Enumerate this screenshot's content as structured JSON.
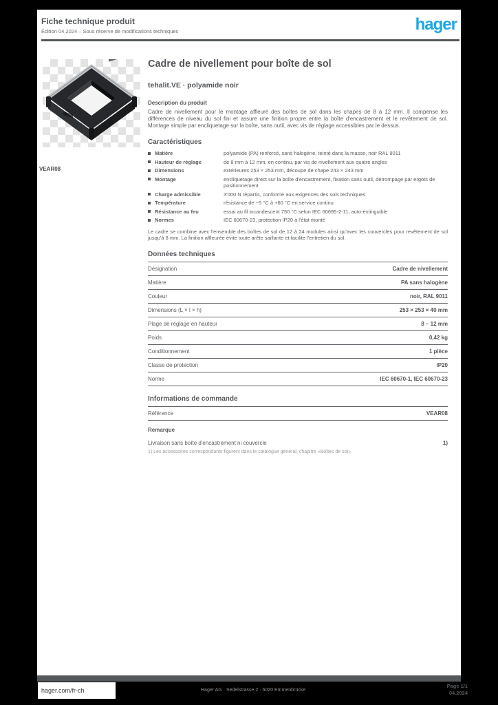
{
  "page": {
    "header": {
      "doc_title": "Fiche technique produit",
      "doc_subtitle": "Édition 04.2024 – Sous réserve de modifications techniques",
      "brand_logo": "hager",
      "brand_color": "#1BA8E1"
    },
    "product": {
      "reference": "VEAR08",
      "image_name": "cadre-de-nivellement-isometrique"
    },
    "main": {
      "title": "Cadre de nivellement pour boîte de sol",
      "subtitle": "tehalit.VE · polyamide noir",
      "description_label": "Description du produit",
      "description": "Cadre de nivellement pour le montage affleuré des boîtes de sol dans les chapes de 8 à 12 mm. Il compense les différences de niveau du sol fini et assure une finition propre entre la boîte d'encastrement et le revêtement de sol. Montage simple par encliquetage sur la boîte, sans outil, avec vis de réglage accessibles par le dessus.",
      "characteristics": {
        "heading": "Caractéristiques",
        "items": [
          {
            "label": "Matière",
            "value": "polyamide (PA) renforcé, sans halogène, teinté dans la masse, noir RAL 9011"
          },
          {
            "label": "Hauteur de réglage",
            "value": "de 8 mm à 12 mm, en continu, par vis de nivellement aux quatre angles"
          },
          {
            "label": "Dimensions",
            "value": "extérieures 253 × 253 mm, découpe de chape 243 × 243 mm"
          },
          {
            "label": "Montage",
            "value": "encliquetage direct sur la boîte d'encastrement, fixation sans outil, détrompage par ergots de positionnement"
          },
          {
            "label": "Charge admissible",
            "value": "3'000 N répartis, conforme aux exigences des sols techniques"
          },
          {
            "label": "Température",
            "value": "résistance de −5 °C à +60 °C en service continu"
          },
          {
            "label": "Résistance au feu",
            "value": "essai au fil incandescent 750 °C selon IEC 60695-2-11, auto-extinguible"
          },
          {
            "label": "Normes",
            "value": "IEC 60670-23, protection IP20 à l'état monté"
          }
        ],
        "note": "Le cadre se combine avec l'ensemble des boîtes de sol de 12 à 24 modules ainsi qu'avec les couvercles pour revêtement de sol jusqu'à 8 mm. La finition affleurée évite toute arête saillante et facilite l'entretien du sol."
      },
      "technical": {
        "heading": "Données techniques",
        "rows": [
          {
            "label": "Désignation",
            "value": "Cadre de nivellement"
          },
          {
            "label": "Matière",
            "value": "PA sans halogène"
          },
          {
            "label": "Couleur",
            "value": "noir, RAL 9011"
          },
          {
            "label": "Dimensions (L × l × h)",
            "value": "253 × 253 × 40 mm"
          },
          {
            "label": "Plage de réglage en hauteur",
            "value": "8 – 12 mm"
          },
          {
            "label": "Poids",
            "value": "0,42 kg"
          },
          {
            "label": "Conditionnement",
            "value": "1 pièce"
          },
          {
            "label": "Classe de protection",
            "value": "IP20"
          },
          {
            "label": "Norme",
            "value": "IEC 60670-1, IEC 60670-23"
          }
        ]
      },
      "ordering": {
        "heading": "Informations de commande",
        "rows": [
          {
            "label": "Référence",
            "value": "VEAR08"
          }
        ],
        "note_label": "Remarque",
        "note": "Livraison sans boîte d'encastrement ni couvercle",
        "note_marker": "1)",
        "footnote": "1) Les accessoires correspondants figurent dans le catalogue général, chapitre «Boîtes de sol»."
      }
    },
    "footer": {
      "url": "hager.com/fr-ch",
      "company": "Hager AG · Sedelstrasse 2 · 6020 Emmenbrücke",
      "page_label": "Page 1/1",
      "date": "04.2024"
    }
  }
}
